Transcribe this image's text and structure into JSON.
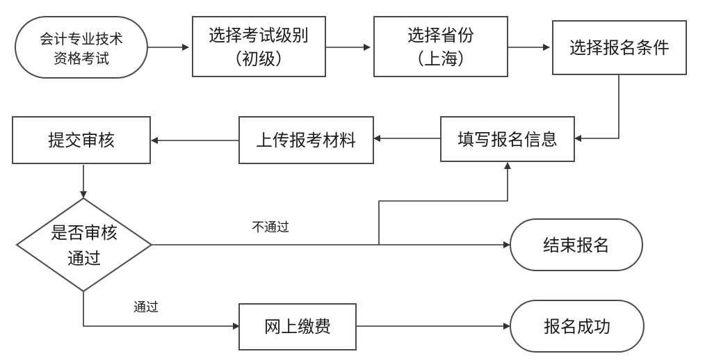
{
  "nodes": {
    "start": {
      "lines": [
        "会计专业技术",
        "资格考试"
      ]
    },
    "choose_level": {
      "lines": [
        "选择考试级别",
        "（初级）"
      ]
    },
    "choose_province": {
      "lines": [
        "选择省份",
        "（上海）"
      ]
    },
    "choose_conditions": {
      "lines": [
        "选择报名条件"
      ]
    },
    "fill_info": {
      "lines": [
        "填写报名信息"
      ]
    },
    "upload_materials": {
      "lines": [
        "上传报考材料"
      ]
    },
    "submit_review": {
      "lines": [
        "提交审核"
      ]
    },
    "review_decision": {
      "lines": [
        "是否审核",
        "通过"
      ]
    },
    "end_registration": {
      "lines": [
        "结束报名"
      ]
    },
    "online_payment": {
      "lines": [
        "网上缴费"
      ]
    },
    "registration_success": {
      "lines": [
        "报名成功"
      ]
    }
  },
  "edges": {
    "not_passed": "不通过",
    "passed": "通过"
  },
  "colors": {
    "stroke": "#4a4a4a",
    "arrow": "#333333",
    "text": "#1a1a1a",
    "fill": "#ffffff"
  }
}
